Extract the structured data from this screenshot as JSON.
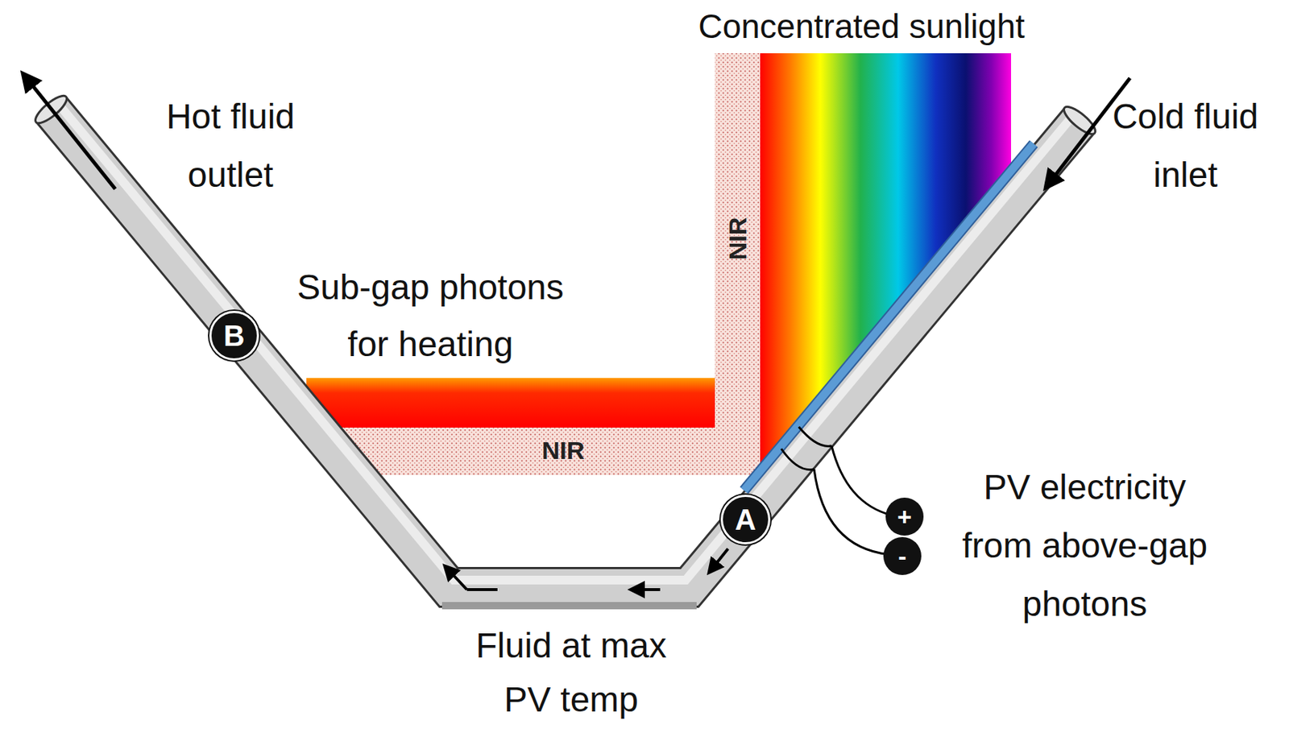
{
  "diagram": {
    "nodes": [
      {
        "text": [
          "B"
        ]
      },
      {
        "text": [
          "A"
        ]
      },
      {
        "text": [
          "+"
        ]
      },
      {
        "text": [
          "-"
        ]
      }
    ],
    "labels": [
      "Concentrated sunlight",
      "Hot fluid outlet",
      "Cold fluid inlet",
      "NIR",
      "Sub-gap photons for heating",
      "NIR",
      "PV electricity from above-gap photons",
      "Fluid at max PV temp"
    ]
  }
}
